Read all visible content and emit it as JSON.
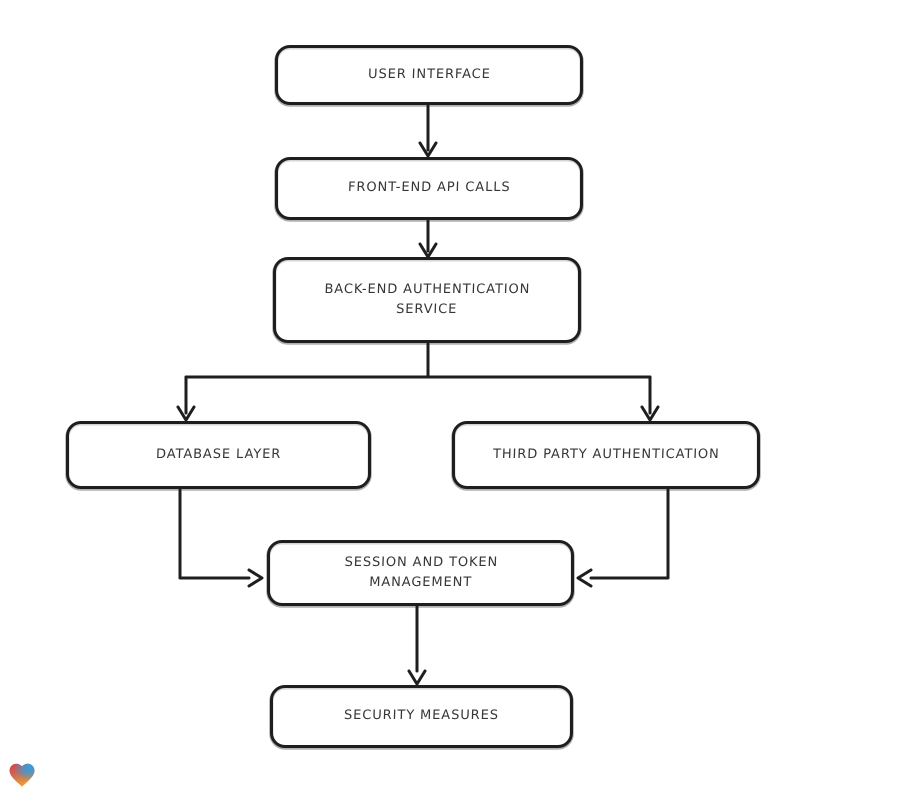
{
  "diagram": {
    "type": "flowchart",
    "background_color": "#ffffff",
    "stroke_color": "#1e1e1e",
    "text_color": "#363636",
    "nodes": [
      {
        "id": "user-interface",
        "label": "USER INTERFACE"
      },
      {
        "id": "front-end-api-calls",
        "label": "FRONT-END API CALLS"
      },
      {
        "id": "back-end-authentication-service",
        "label": "BACK-END AUTHENTICATION SERVICE"
      },
      {
        "id": "database-layer",
        "label": "DATABASE LAYER"
      },
      {
        "id": "third-party-authentication",
        "label": "THIRD PARTY AUTHENTICATION"
      },
      {
        "id": "session-and-token-management",
        "label": "SESSION AND TOKEN MANAGEMENT"
      },
      {
        "id": "security-measures",
        "label": "SECURITY MEASURES"
      }
    ],
    "edges": [
      {
        "from": "user-interface",
        "to": "front-end-api-calls"
      },
      {
        "from": "front-end-api-calls",
        "to": "back-end-authentication-service"
      },
      {
        "from": "back-end-authentication-service",
        "to": "database-layer"
      },
      {
        "from": "back-end-authentication-service",
        "to": "third-party-authentication"
      },
      {
        "from": "database-layer",
        "to": "session-and-token-management"
      },
      {
        "from": "third-party-authentication",
        "to": "session-and-token-management"
      },
      {
        "from": "session-and-token-management",
        "to": "security-measures"
      }
    ]
  },
  "branding": {
    "logo_icon": "eraser-heart-logo",
    "logo_colors": {
      "red": "#e23c3f",
      "orange": "#f19b31",
      "blue": "#2fa0e0"
    }
  }
}
